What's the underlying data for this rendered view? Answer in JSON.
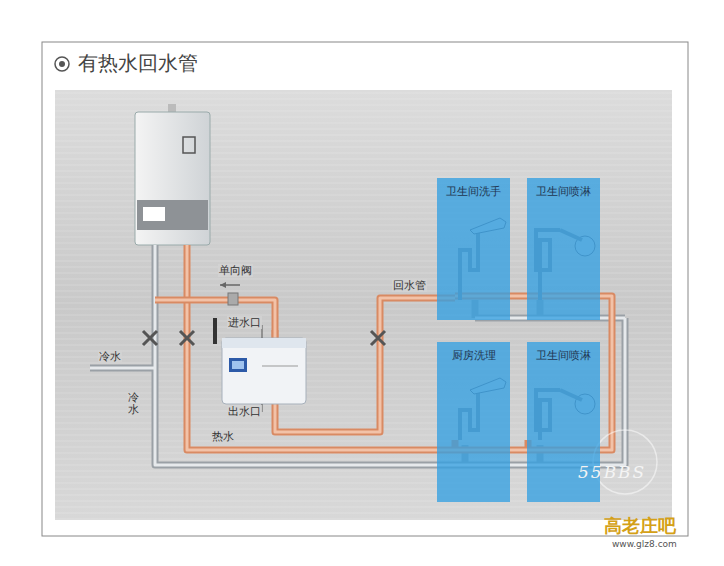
{
  "diagram": {
    "title": "有热水回水管",
    "nodes": [
      {
        "text": [
          "卫生间洗手"
        ]
      },
      {
        "text": [
          "卫生间喷淋"
        ]
      },
      {
        "text": [
          "厨房洗理"
        ]
      },
      {
        "text": [
          "卫生间喷淋"
        ]
      }
    ],
    "labels": [
      "单向阀",
      "进水口",
      "出水口",
      "回水管",
      "冷水",
      "冷水",
      "热水",
      "55BBS",
      "高老庄吧",
      "www.glz8.com"
    ]
  }
}
